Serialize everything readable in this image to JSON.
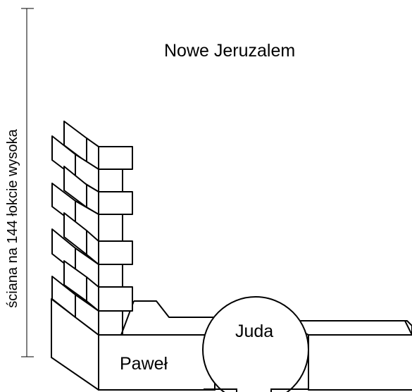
{
  "diagram": {
    "title": "Nowe Jeruzalem",
    "height_label": "ściana na 144 łokcie wysoka",
    "stones": {
      "left_label": "Paweł",
      "round_label": "Juda"
    },
    "colors": {
      "stroke": "#000000",
      "fill": "#ffffff",
      "text": "#000000"
    }
  }
}
